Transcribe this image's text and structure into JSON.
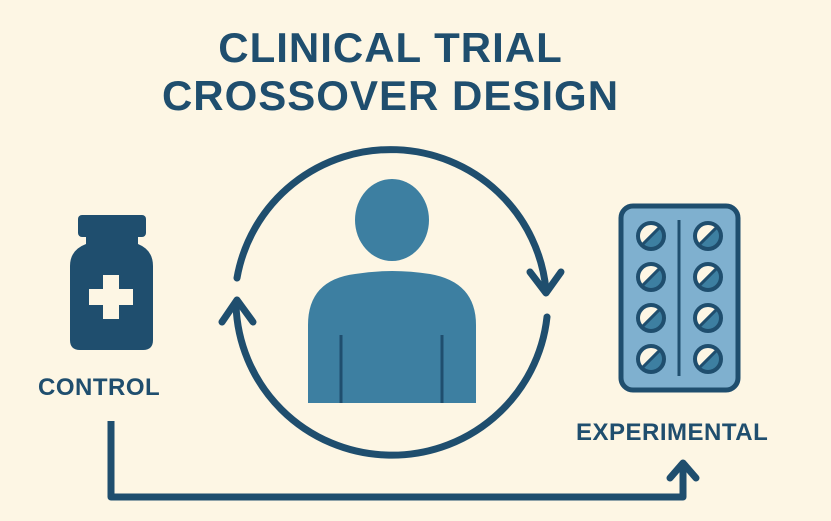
{
  "title": {
    "line1": "CLINICAL TRIAL",
    "line2": "CROSSOVER DESIGN"
  },
  "labels": {
    "control": "CONTROL",
    "experimental": "EXPERIMENTAL"
  },
  "icons": {
    "control": "medicine-bottle-icon",
    "experimental": "pill-blister-pack-icon",
    "participant": "person-icon",
    "cycle": "circular-arrows-icon"
  },
  "colors": {
    "background": "#fdf6e4",
    "dark": "#1f4e6e",
    "medium": "#3d7fa1",
    "light": "#7fb0cf"
  }
}
